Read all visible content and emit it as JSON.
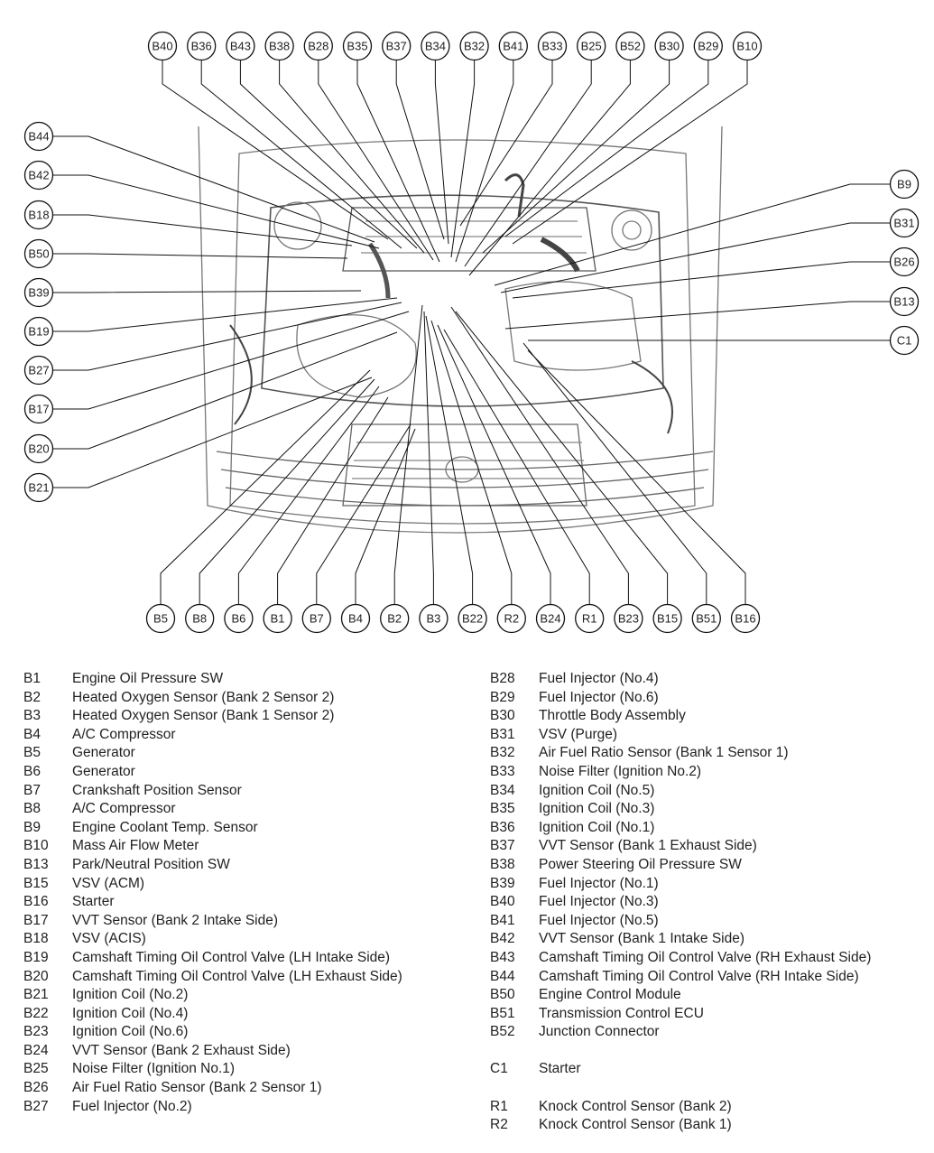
{
  "callouts": {
    "top": [
      "B40",
      "B36",
      "B43",
      "B38",
      "B28",
      "B35",
      "B37",
      "B34",
      "B32",
      "B41",
      "B33",
      "B25",
      "B52",
      "B30",
      "B29",
      "B10"
    ],
    "left": [
      "B44",
      "B42",
      "B18",
      "B50",
      "B39",
      "B19",
      "B27",
      "B17",
      "B20",
      "B21"
    ],
    "right": [
      "B9",
      "B31",
      "B26",
      "B13",
      "C1"
    ],
    "bottom": [
      "B5",
      "B8",
      "B6",
      "B1",
      "B7",
      "B4",
      "B2",
      "B3",
      "B22",
      "R2",
      "B24",
      "R1",
      "B23",
      "B15",
      "B51",
      "B16"
    ]
  },
  "legend": {
    "left": [
      {
        "code": "B1",
        "label": "Engine Oil Pressure SW"
      },
      {
        "code": "B2",
        "label": "Heated Oxygen Sensor (Bank 2 Sensor 2)"
      },
      {
        "code": "B3",
        "label": "Heated Oxygen Sensor (Bank 1 Sensor 2)"
      },
      {
        "code": "B4",
        "label": "A/C Compressor"
      },
      {
        "code": "B5",
        "label": "Generator"
      },
      {
        "code": "B6",
        "label": "Generator"
      },
      {
        "code": "B7",
        "label": "Crankshaft Position Sensor"
      },
      {
        "code": "B8",
        "label": "A/C Compressor"
      },
      {
        "code": "B9",
        "label": "Engine Coolant Temp. Sensor"
      },
      {
        "code": "B10",
        "label": "Mass Air Flow Meter"
      },
      {
        "code": "B13",
        "label": "Park/Neutral Position SW"
      },
      {
        "code": "B15",
        "label": "VSV (ACM)"
      },
      {
        "code": "B16",
        "label": "Starter"
      },
      {
        "code": "B17",
        "label": "VVT Sensor (Bank 2 Intake Side)"
      },
      {
        "code": "B18",
        "label": "VSV (ACIS)"
      },
      {
        "code": "B19",
        "label": "Camshaft Timing Oil Control Valve (LH Intake Side)"
      },
      {
        "code": "B20",
        "label": "Camshaft Timing Oil Control Valve (LH Exhaust Side)"
      },
      {
        "code": "B21",
        "label": "Ignition Coil (No.2)"
      },
      {
        "code": "B22",
        "label": "Ignition Coil (No.4)"
      },
      {
        "code": "B23",
        "label": "Ignition Coil (No.6)"
      },
      {
        "code": "B24",
        "label": "VVT Sensor (Bank 2 Exhaust Side)"
      },
      {
        "code": "B25",
        "label": "Noise Filter (Ignition No.1)"
      },
      {
        "code": "B26",
        "label": "Air Fuel Ratio Sensor (Bank 2 Sensor 1)"
      },
      {
        "code": "B27",
        "label": "Fuel Injector (No.2)"
      }
    ],
    "right": [
      {
        "code": "B28",
        "label": "Fuel Injector (No.4)"
      },
      {
        "code": "B29",
        "label": "Fuel Injector (No.6)"
      },
      {
        "code": "B30",
        "label": "Throttle Body Assembly"
      },
      {
        "code": "B31",
        "label": "VSV (Purge)"
      },
      {
        "code": "B32",
        "label": "Air Fuel Ratio Sensor (Bank 1 Sensor 1)"
      },
      {
        "code": "B33",
        "label": "Noise Filter (Ignition No.2)"
      },
      {
        "code": "B34",
        "label": "Ignition Coil (No.5)"
      },
      {
        "code": "B35",
        "label": "Ignition Coil (No.3)"
      },
      {
        "code": "B36",
        "label": "Ignition Coil (No.1)"
      },
      {
        "code": "B37",
        "label": "VVT Sensor (Bank 1 Exhaust Side)"
      },
      {
        "code": "B38",
        "label": "Power Steering Oil Pressure SW"
      },
      {
        "code": "B39",
        "label": "Fuel Injector (No.1)"
      },
      {
        "code": "B40",
        "label": "Fuel Injector (No.3)"
      },
      {
        "code": "B41",
        "label": "Fuel Injector (No.5)"
      },
      {
        "code": "B42",
        "label": "VVT Sensor (Bank 1 Intake Side)"
      },
      {
        "code": "B43",
        "label": "Camshaft Timing Oil Control Valve (RH Exhaust Side)"
      },
      {
        "code": "B44",
        "label": "Camshaft Timing Oil Control Valve (RH Intake Side)"
      },
      {
        "code": "B50",
        "label": "Engine Control Module"
      },
      {
        "code": "B51",
        "label": "Transmission Control ECU"
      },
      {
        "code": "B52",
        "label": "Junction Connector"
      },
      {
        "code": "C1",
        "label": "Starter",
        "gap": true
      },
      {
        "code": "R1",
        "label": "Knock Control Sensor (Bank 2)",
        "gap": true
      },
      {
        "code": "R2",
        "label": "Knock Control Sensor (Bank 1)"
      }
    ]
  }
}
